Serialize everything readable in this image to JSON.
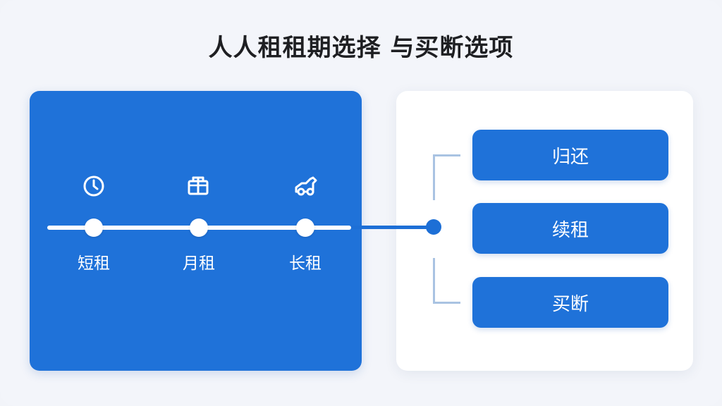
{
  "title": "人人租租期选择 与买断选项",
  "lease_periods": [
    {
      "label": "短租",
      "icon": "clock-icon"
    },
    {
      "label": "月租",
      "icon": "package-icon"
    },
    {
      "label": "长租",
      "icon": "car-icon"
    }
  ],
  "end_options": [
    {
      "label": "归还"
    },
    {
      "label": "续租"
    },
    {
      "label": "买断"
    }
  ],
  "colors": {
    "accent": "#1f72d9",
    "background": "#f3f5fa",
    "panel": "#ffffff",
    "bracket": "#a9c3e2"
  }
}
